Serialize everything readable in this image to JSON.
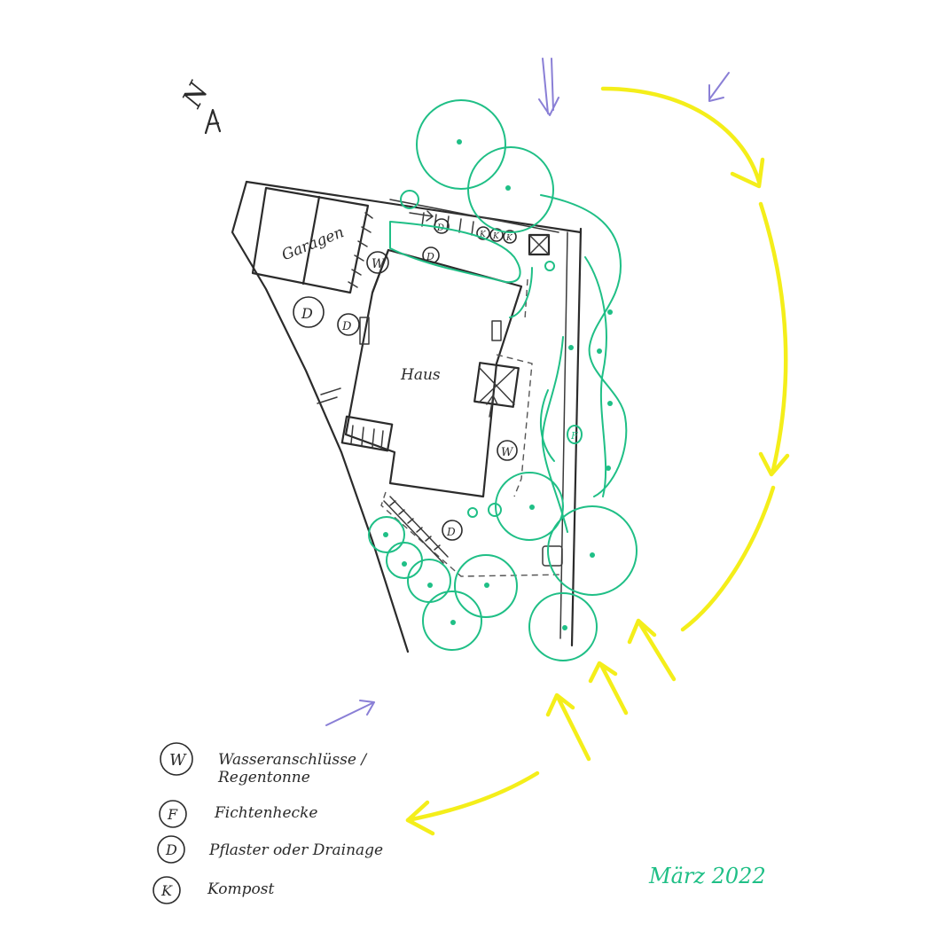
{
  "compass": {
    "letter": "N"
  },
  "buildings": {
    "garage_label": "Garagen",
    "house_label": "Haus"
  },
  "markers": {
    "water": "W",
    "hedge": "F",
    "paving": "D",
    "compost": "K"
  },
  "legend": [
    {
      "symbol": "W",
      "text_line1": "Wasseranschlüsse /",
      "text_line2": "Regentonne"
    },
    {
      "symbol": "F",
      "text_line1": "Fichtenhecke",
      "text_line2": ""
    },
    {
      "symbol": "D",
      "text_line1": "Pflaster oder Drainage",
      "text_line2": ""
    },
    {
      "symbol": "K",
      "text_line1": "Kompost",
      "text_line2": ""
    }
  ],
  "date": "März 2022",
  "colors": {
    "pencil": "#2b2b2b",
    "vegetation": "#1fbf86",
    "sun_path": "#f4ee1a",
    "wind": "#8a7fd6"
  }
}
